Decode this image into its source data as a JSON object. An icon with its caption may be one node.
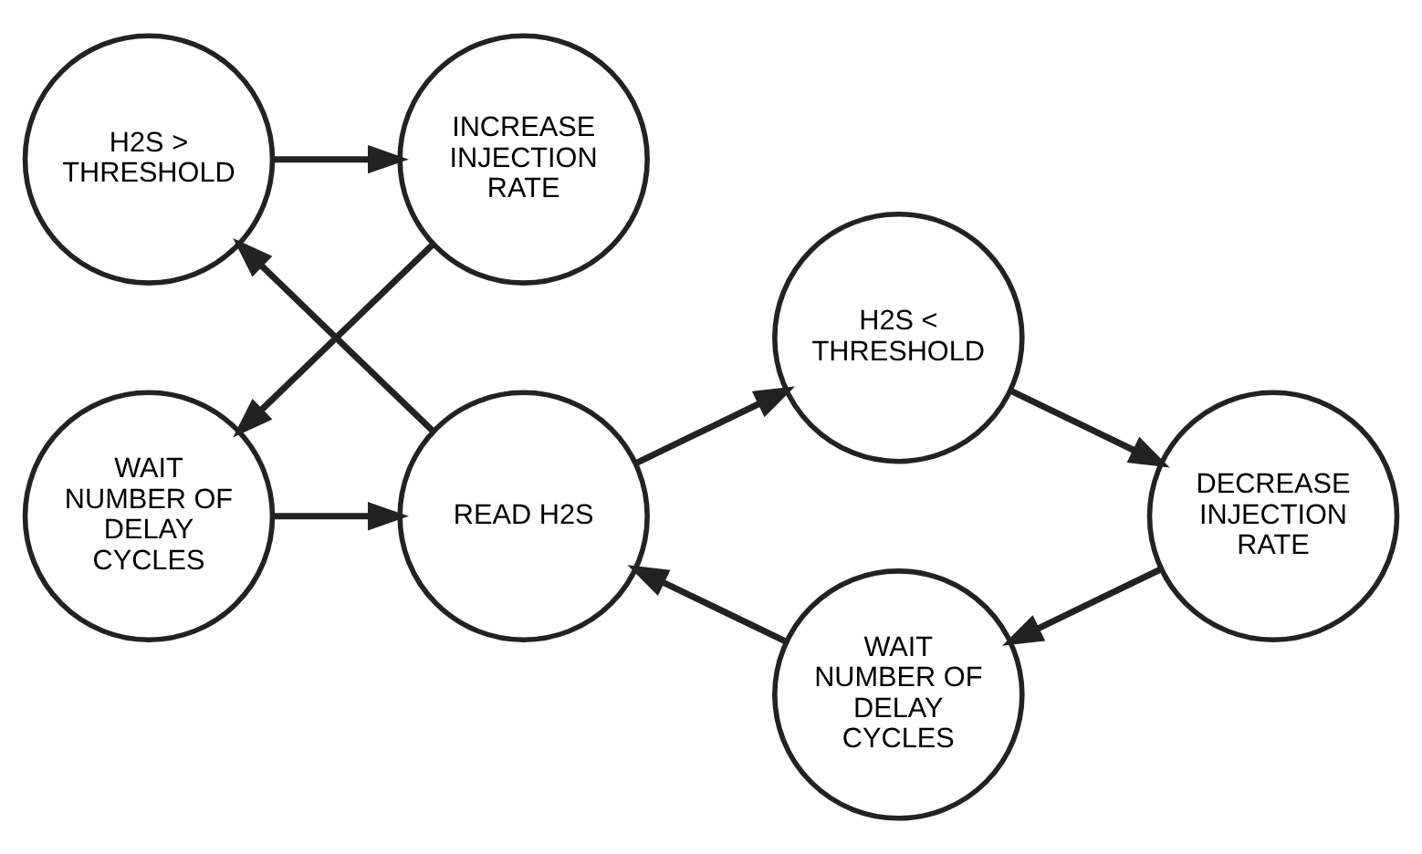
{
  "diagram": {
    "nodes": [
      {
        "text": [
          "H2S > THRESHOLD"
        ]
      },
      {
        "text": [
          "H2S < THRESHOLD"
        ]
      },
      {
        "text": [
          "INCREASE INJECTION RATE"
        ]
      },
      {
        "text": [
          "READ H2S"
        ]
      },
      {
        "text": [
          "DECREASE INJECTION RATE"
        ]
      },
      {
        "text": [
          "WAIT NUMBER OF DELAY CYCLES"
        ]
      },
      {
        "text": [
          "WAIT NUMBER OF DELAY CYCLES"
        ]
      }
    ],
    "edges": [
      {
        "from": 3,
        "to": 0,
        "arrow": "to"
      },
      {
        "from": 0,
        "to": 2,
        "arrow": "to"
      },
      {
        "from": 2,
        "to": 5,
        "arrow": "to"
      },
      {
        "from": 5,
        "to": 3,
        "arrow": "to"
      },
      {
        "from": 3,
        "to": 1,
        "arrow": "to"
      },
      {
        "from": 1,
        "to": 4,
        "arrow": "to"
      },
      {
        "from": 4,
        "to": 6,
        "arrow": "to"
      },
      {
        "from": 6,
        "to": 3,
        "arrow": "to"
      }
    ]
  }
}
